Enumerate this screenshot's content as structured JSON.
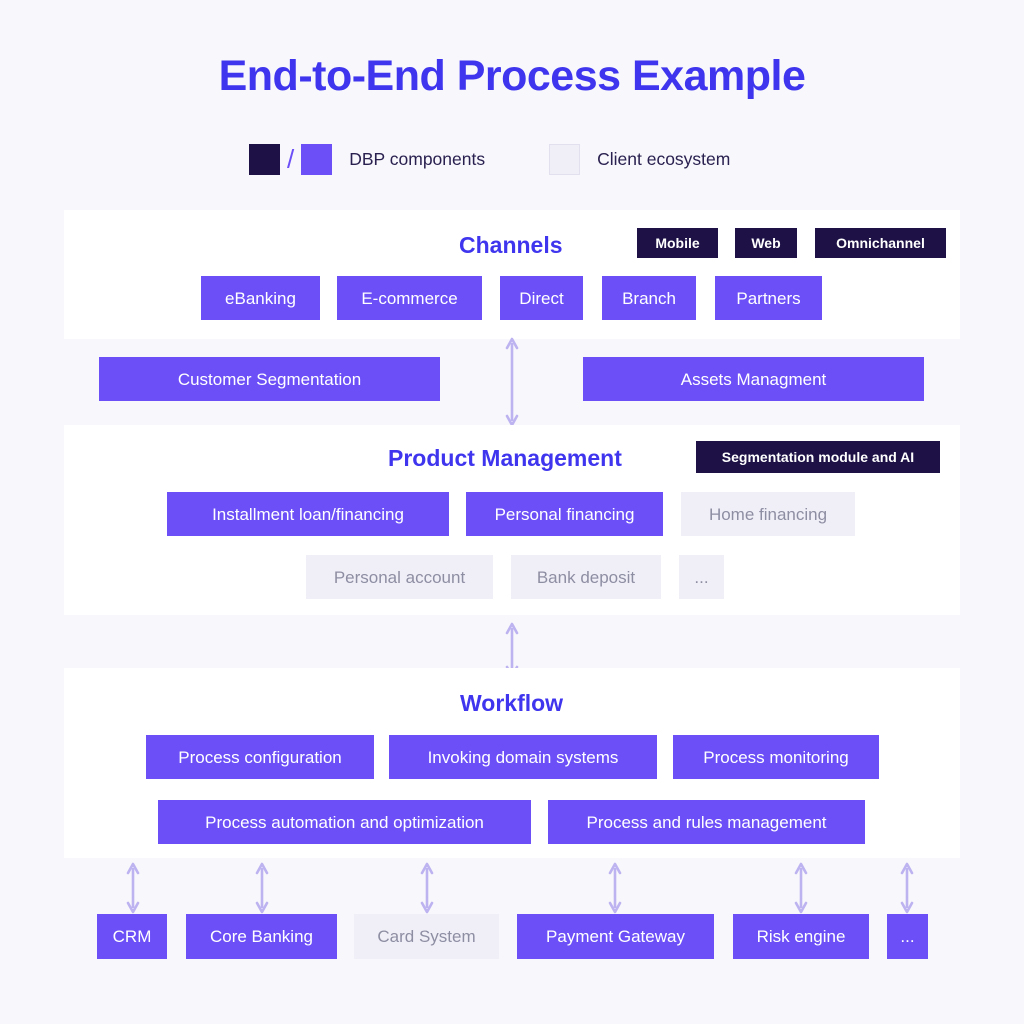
{
  "title": "End-to-End Process Example",
  "colors": {
    "background": "#f7f7fc",
    "panel": "#ffffff",
    "accent_purple": "#6c4ff7",
    "accent_dark": "#1d1145",
    "heading_blue": "#3f35ee",
    "client_box": "#f0eff8",
    "client_text": "#8e8ea3",
    "arrow": "#bdb3f0"
  },
  "legend": {
    "dbp": {
      "label": "DBP components",
      "separator": "/",
      "swatch_dark": "#1d1145",
      "swatch_purple": "#6c4ff7"
    },
    "client": {
      "label": "Client ecosystem",
      "swatch": "#f0eff8"
    }
  },
  "sections": {
    "channels": {
      "heading": "Channels",
      "badges": [
        {
          "label": "Mobile",
          "style": "dark"
        },
        {
          "label": "Web",
          "style": "dark"
        },
        {
          "label": "Omnichannel",
          "style": "dark"
        }
      ],
      "items": [
        {
          "label": "eBanking",
          "style": "purple"
        },
        {
          "label": "E-commerce",
          "style": "purple"
        },
        {
          "label": "Direct",
          "style": "purple"
        },
        {
          "label": "Branch",
          "style": "purple"
        },
        {
          "label": "Partners",
          "style": "purple"
        }
      ]
    },
    "middle_band": {
      "items": [
        {
          "label": "Customer Segmentation",
          "style": "purple"
        },
        {
          "label": "Assets Managment",
          "style": "purple"
        }
      ]
    },
    "product_management": {
      "heading": "Product Management",
      "badges": [
        {
          "label": "Segmentation module and AI",
          "style": "dark"
        }
      ],
      "row1": [
        {
          "label": "Installment loan/financing",
          "style": "purple"
        },
        {
          "label": "Personal financing",
          "style": "purple"
        },
        {
          "label": "Home financing",
          "style": "light"
        }
      ],
      "row2": [
        {
          "label": "Personal account",
          "style": "light"
        },
        {
          "label": "Bank deposit",
          "style": "light"
        },
        {
          "label": "...",
          "style": "light"
        }
      ]
    },
    "workflow": {
      "heading": "Workflow",
      "row1": [
        {
          "label": "Process configuration",
          "style": "purple"
        },
        {
          "label": "Invoking domain systems",
          "style": "purple"
        },
        {
          "label": "Process monitoring",
          "style": "purple"
        }
      ],
      "row2": [
        {
          "label": "Process automation and optimization",
          "style": "purple"
        },
        {
          "label": "Process and rules management",
          "style": "purple"
        }
      ]
    },
    "systems": {
      "items": [
        {
          "label": "CRM",
          "style": "purple"
        },
        {
          "label": "Core Banking",
          "style": "purple"
        },
        {
          "label": "Card System",
          "style": "light"
        },
        {
          "label": "Payment Gateway",
          "style": "purple"
        },
        {
          "label": "Risk engine",
          "style": "purple"
        },
        {
          "label": "...",
          "style": "purple"
        }
      ]
    }
  }
}
